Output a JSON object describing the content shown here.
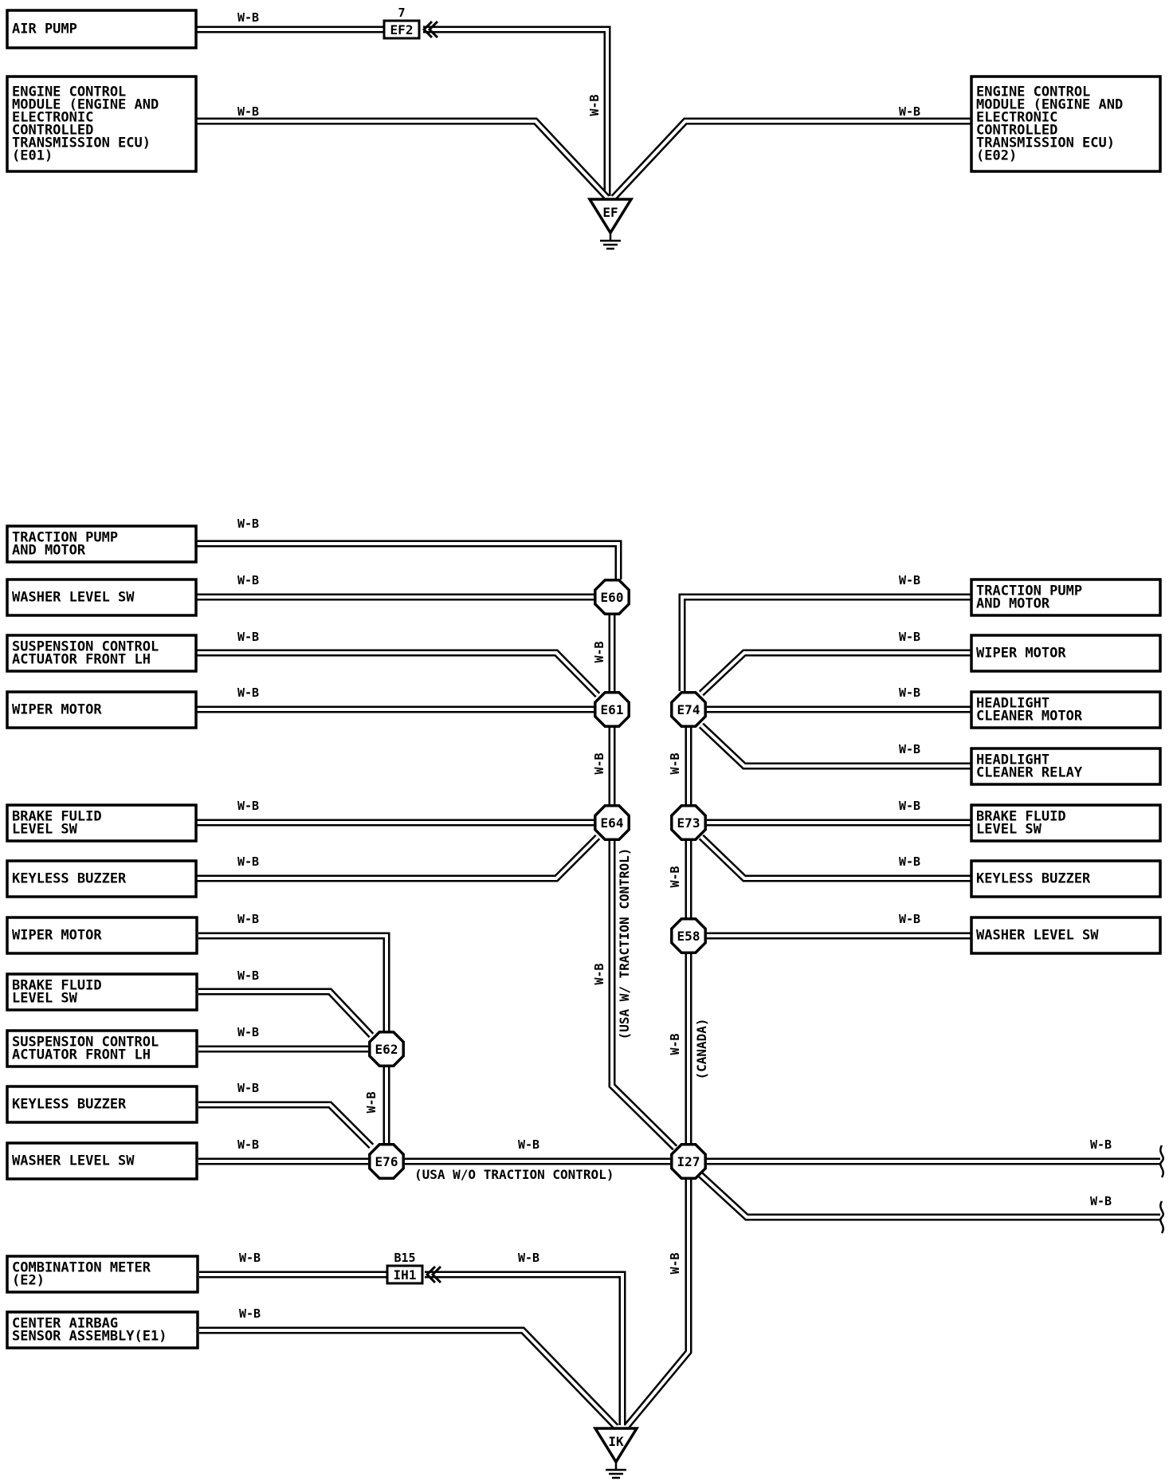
{
  "wire_color": "W-B",
  "top": {
    "components": [
      {
        "id": "air-pump",
        "lines": [
          "AIR PUMP"
        ]
      },
      {
        "id": "ecm-e01",
        "lines": [
          "ENGINE CONTROL",
          "MODULE (ENGINE AND",
          "ELECTRONIC",
          "CONTROLLED",
          "TRANSMISSION ECU)",
          "(E01)"
        ]
      },
      {
        "id": "ecm-e02",
        "lines": [
          "ENGINE CONTROL",
          "MODULE (ENGINE AND",
          "ELECTRONIC",
          "CONTROLLED",
          "TRANSMISSION ECU)",
          "(E02)"
        ]
      }
    ],
    "connector": {
      "label": "EF2",
      "pin": "7"
    },
    "ground": "EF"
  },
  "bottom": {
    "left_components": [
      {
        "id": "traction-pump-l",
        "lines": [
          "TRACTION PUMP",
          "AND MOTOR"
        ]
      },
      {
        "id": "washer-level-l1",
        "lines": [
          "WASHER LEVEL SW"
        ]
      },
      {
        "id": "suspension-l1",
        "lines": [
          "SUSPENSION CONTROL",
          "ACTUATOR FRONT LH"
        ]
      },
      {
        "id": "wiper-motor-l1",
        "lines": [
          "WIPER MOTOR"
        ]
      },
      {
        "id": "brake-fulid-l",
        "lines": [
          "BRAKE FULID",
          "LEVEL SW"
        ]
      },
      {
        "id": "keyless-l1",
        "lines": [
          "KEYLESS BUZZER"
        ]
      },
      {
        "id": "wiper-motor-l2",
        "lines": [
          "WIPER MOTOR"
        ]
      },
      {
        "id": "brake-fluid-l2",
        "lines": [
          "BRAKE FLUID",
          "LEVEL SW"
        ]
      },
      {
        "id": "suspension-l2",
        "lines": [
          "SUSPENSION CONTROL",
          "ACTUATOR FRONT LH"
        ]
      },
      {
        "id": "keyless-l2",
        "lines": [
          "KEYLESS BUZZER"
        ]
      },
      {
        "id": "washer-level-l2",
        "lines": [
          "WASHER LEVEL SW"
        ]
      },
      {
        "id": "combination-meter",
        "lines": [
          "COMBINATION METER",
          "(E2)"
        ]
      },
      {
        "id": "center-airbag",
        "lines": [
          "CENTER AIRBAG",
          "SENSOR ASSEMBLY(E1)"
        ]
      }
    ],
    "right_components": [
      {
        "id": "traction-pump-r",
        "lines": [
          "TRACTION PUMP",
          "AND MOTOR"
        ]
      },
      {
        "id": "wiper-motor-r",
        "lines": [
          "WIPER MOTOR"
        ]
      },
      {
        "id": "headlight-motor-r",
        "lines": [
          "HEADLIGHT",
          "CLEANER MOTOR"
        ]
      },
      {
        "id": "headlight-relay-r",
        "lines": [
          "HEADLIGHT",
          "CLEANER RELAY"
        ]
      },
      {
        "id": "brake-fluid-r",
        "lines": [
          "BRAKE FLUID",
          "LEVEL SW"
        ]
      },
      {
        "id": "keyless-r",
        "lines": [
          "KEYLESS BUZZER"
        ]
      },
      {
        "id": "washer-level-r",
        "lines": [
          "WASHER LEVEL SW"
        ]
      }
    ],
    "splices": [
      "E60",
      "E61",
      "E64",
      "E62",
      "E76",
      "E74",
      "E73",
      "E58",
      "I27"
    ],
    "connector": {
      "label": "IH1",
      "pin": "B15"
    },
    "ground": "IK",
    "notes": {
      "usa_with_tc": "(USA W/ TRACTION CONTROL)",
      "canada": "(CANADA)",
      "usa_without_tc": "(USA W/O TRACTION CONTROL)"
    }
  }
}
